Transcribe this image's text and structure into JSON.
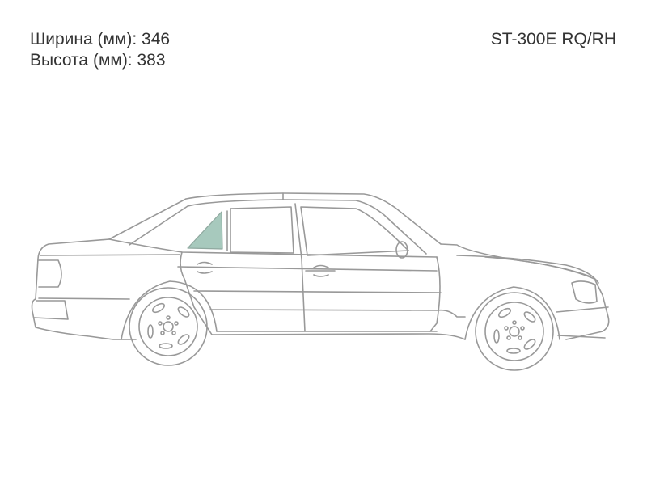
{
  "dimensions": {
    "width_label": "Ширина (мм): 346",
    "height_label": "Высота (мм): 383"
  },
  "product_code": "ST-300E RQ/RH",
  "colors": {
    "highlight_glass": "#a7c9bd",
    "outline": "#999999",
    "text": "#333333"
  },
  "illustration": {
    "subject": "sedan side view, right rear quarter glass highlighted"
  }
}
